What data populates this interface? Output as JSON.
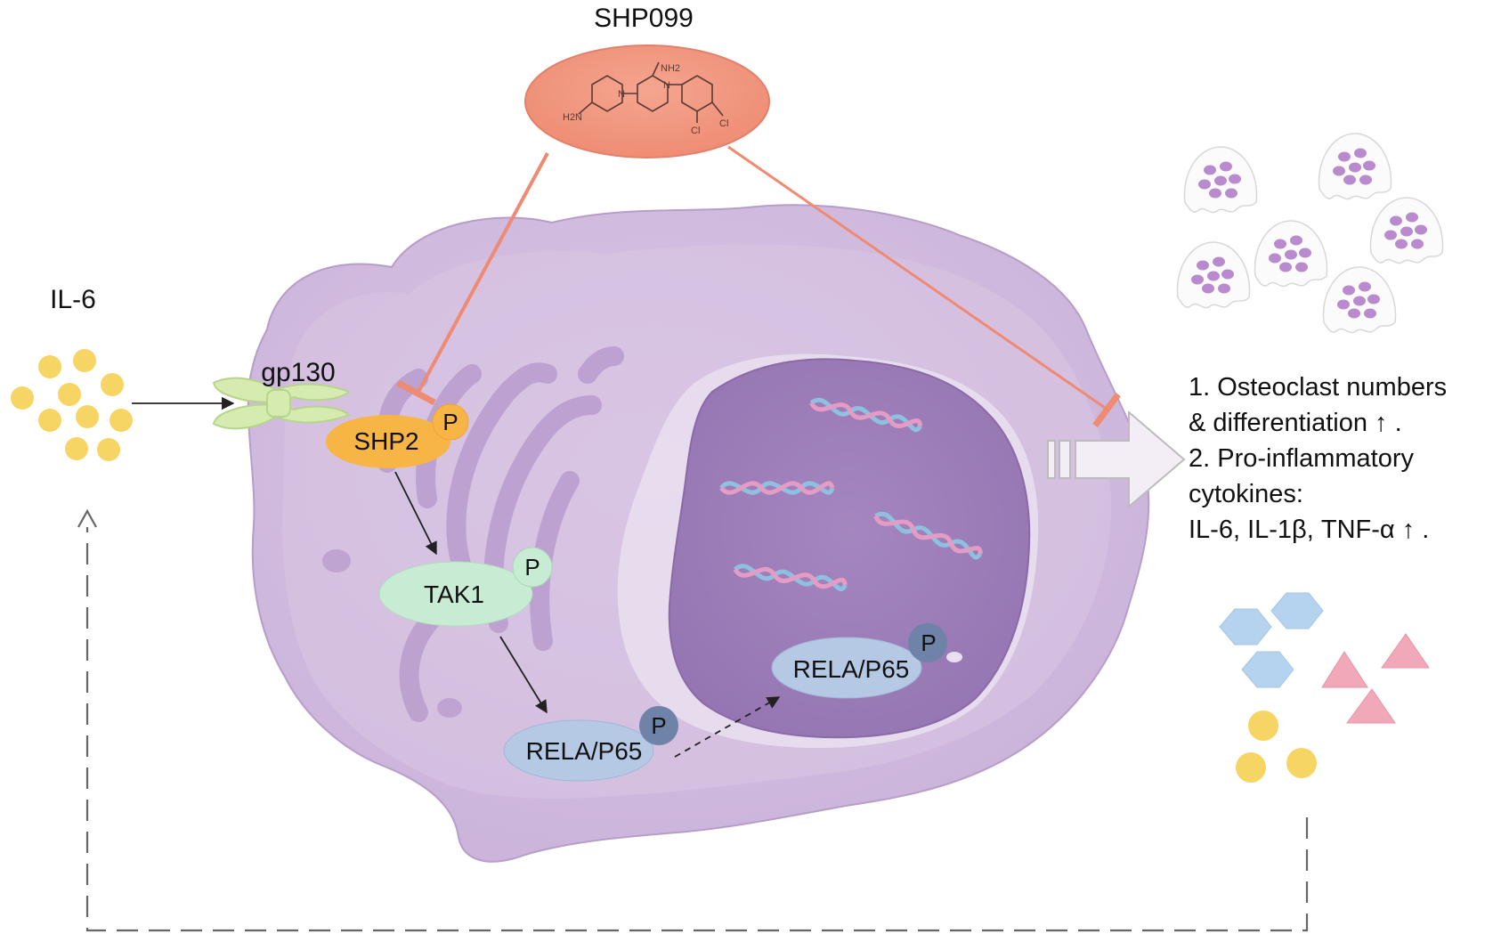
{
  "drug": {
    "name": "SHP099",
    "structure_labels": {
      "nh2": "NH2",
      "h2n": "H2N",
      "n": "N",
      "cl": "Cl"
    }
  },
  "ligand": {
    "name": "IL-6"
  },
  "receptor": {
    "name": "gp130"
  },
  "pathway": {
    "shp2": "SHP2",
    "tak1": "TAK1",
    "rela_cytoplasm": "RELA/P65",
    "rela_nucleus": "RELA/P65",
    "phospho": "P"
  },
  "outcome": {
    "line1": "1. Osteoclast numbers",
    "line2": "& differentiation ↑ .",
    "line3": "2. Pro-inflammatory",
    "line4": "cytokines:",
    "line5": "IL-6, IL-1β, TNF-α ↑ ."
  },
  "colors": {
    "cell": "#dccbe6",
    "nucleus": "#a98ac2",
    "inhibition": "#ef8a73",
    "shp2": "#f7b545",
    "tak1": "#c8ebd3",
    "rela": "#b5c9e5",
    "phospho_dark": "#6f82a8",
    "il6_particle": "#f7d564",
    "cytokine_hex": "#b5d3ee",
    "cytokine_tri": "#f1a8b9"
  }
}
